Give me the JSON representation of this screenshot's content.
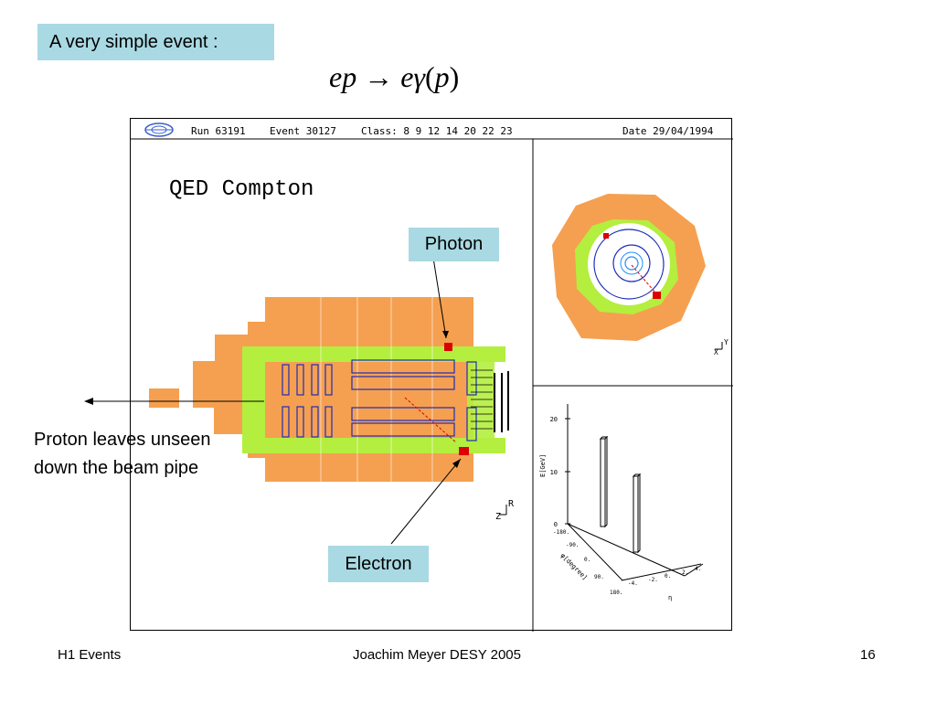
{
  "slide": {
    "heading": "A very simple event :",
    "formula": {
      "lhs": "ep",
      "arrow": "→",
      "rhs": "eγ",
      "paren_open": "(",
      "paren_inner": "p",
      "paren_close": ")"
    }
  },
  "display": {
    "run": "Run 63191",
    "event": "Event 30127",
    "class": "Class: 8 9 12 14 20 22 23",
    "date": "Date 29/04/1994",
    "title": "QED Compton",
    "lego": {
      "z_label": "E[GeV]",
      "z_ticks": [
        "20",
        "10",
        "0"
      ],
      "phi_label": "φ[degree]",
      "phi_ticks": [
        "-180.",
        "-90.",
        "0.",
        "90.",
        "180."
      ],
      "eta_label": "η",
      "eta_ticks": [
        "-4.",
        "-2.",
        "0.",
        "2.",
        "4."
      ]
    },
    "axes": {
      "r": "R",
      "z": "Z",
      "y": "Y",
      "x": "X"
    }
  },
  "callouts": {
    "photon": "Photon",
    "electron": "Electron"
  },
  "proton_note": "Proton leaves unseen down the beam pipe",
  "footer": {
    "left": "H1 Events",
    "center": "Joachim Meyer  DESY  2005",
    "right": "16"
  },
  "colors": {
    "callout_bg": "#a9d9e3",
    "calorimeter": "#f5a050",
    "inner_cal": "#b4ee3f",
    "deposit": "#dd0000",
    "tracker": "#1e2db8"
  }
}
